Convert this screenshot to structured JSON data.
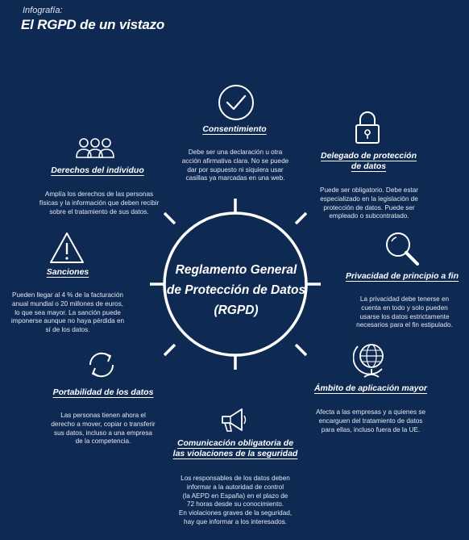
{
  "header": {
    "kicker": "Infografía:",
    "title": "El RGPD de un vistazo"
  },
  "center": {
    "line1": "Reglamento General",
    "line2": "de Protección de Datos",
    "line3": "(RGPD)"
  },
  "sections": {
    "consentimiento": {
      "icon": "checkmark-circle-icon",
      "heading": "Consentimiento",
      "body": [
        "Debe ser una declaración u otra",
        "acción afirmativa clara. No se puede",
        "dar por supuesto ni siquiera usar",
        "casillas ya marcadas en una web."
      ]
    },
    "delegado": {
      "icon": "padlock-icon",
      "heading": [
        "Delegado de protección",
        "de datos"
      ],
      "body": [
        "Puede ser obligatorio. Debe estar",
        "especializado en la legislación de",
        "protección de datos. Puede ser",
        "empleado o subcontratado."
      ]
    },
    "privacidad": {
      "icon": "magnifier-icon",
      "heading": "Privacidad de principio a fin",
      "body": [
        "La privacidad debe tenerse en",
        "cuenta en todo y solo pueden",
        "usarse los datos estrictamente",
        "necesarios para el fin estipulado."
      ]
    },
    "ambito": {
      "icon": "globe-icon",
      "heading": "Ámbito de aplicación mayor",
      "body": [
        "Afecta a las empresas y a quienes se",
        "encarguen del tratamiento de datos",
        "para ellas, incluso fuera de la UE."
      ]
    },
    "comunicacion": {
      "icon": "megaphone-icon",
      "heading": [
        "Comunicación obligatoria de",
        "las violaciones de la seguridad"
      ],
      "body": [
        "Los responsables de los datos deben",
        "informar a la autoridad de control",
        "(la AEPD en España) en el plazo de",
        "72 horas desde su conocimiento.",
        "En violaciones graves de la seguridad,",
        "hay que informar a los interesados."
      ]
    },
    "portabilidad": {
      "icon": "refresh-arrows-icon",
      "heading": "Portabilidad de los datos",
      "body": [
        "Las personas tienen ahora el",
        "derecho a mover, copiar o transferir",
        "sus datos, incluso a una empresa",
        "de la competencia."
      ]
    },
    "sanciones": {
      "icon": "warning-triangle-icon",
      "heading": "Sanciones",
      "body": [
        "Pueden llegar al 4 % de la facturación",
        "anual mundial o 20 millones de euros,",
        "lo que sea mayor. La sanción puede",
        "imponerse aunque no haya pérdida en",
        "sí de los datos."
      ]
    },
    "derechos": {
      "icon": "people-group-icon",
      "heading": "Derechos del individuo",
      "body": [
        "Amplía los derechos de las personas",
        "físicas y la información que deben recibir",
        "sobre el tratamiento de sus datos."
      ]
    }
  },
  "colors": {
    "background": "#0f2a52",
    "foreground": "#ffffff"
  }
}
